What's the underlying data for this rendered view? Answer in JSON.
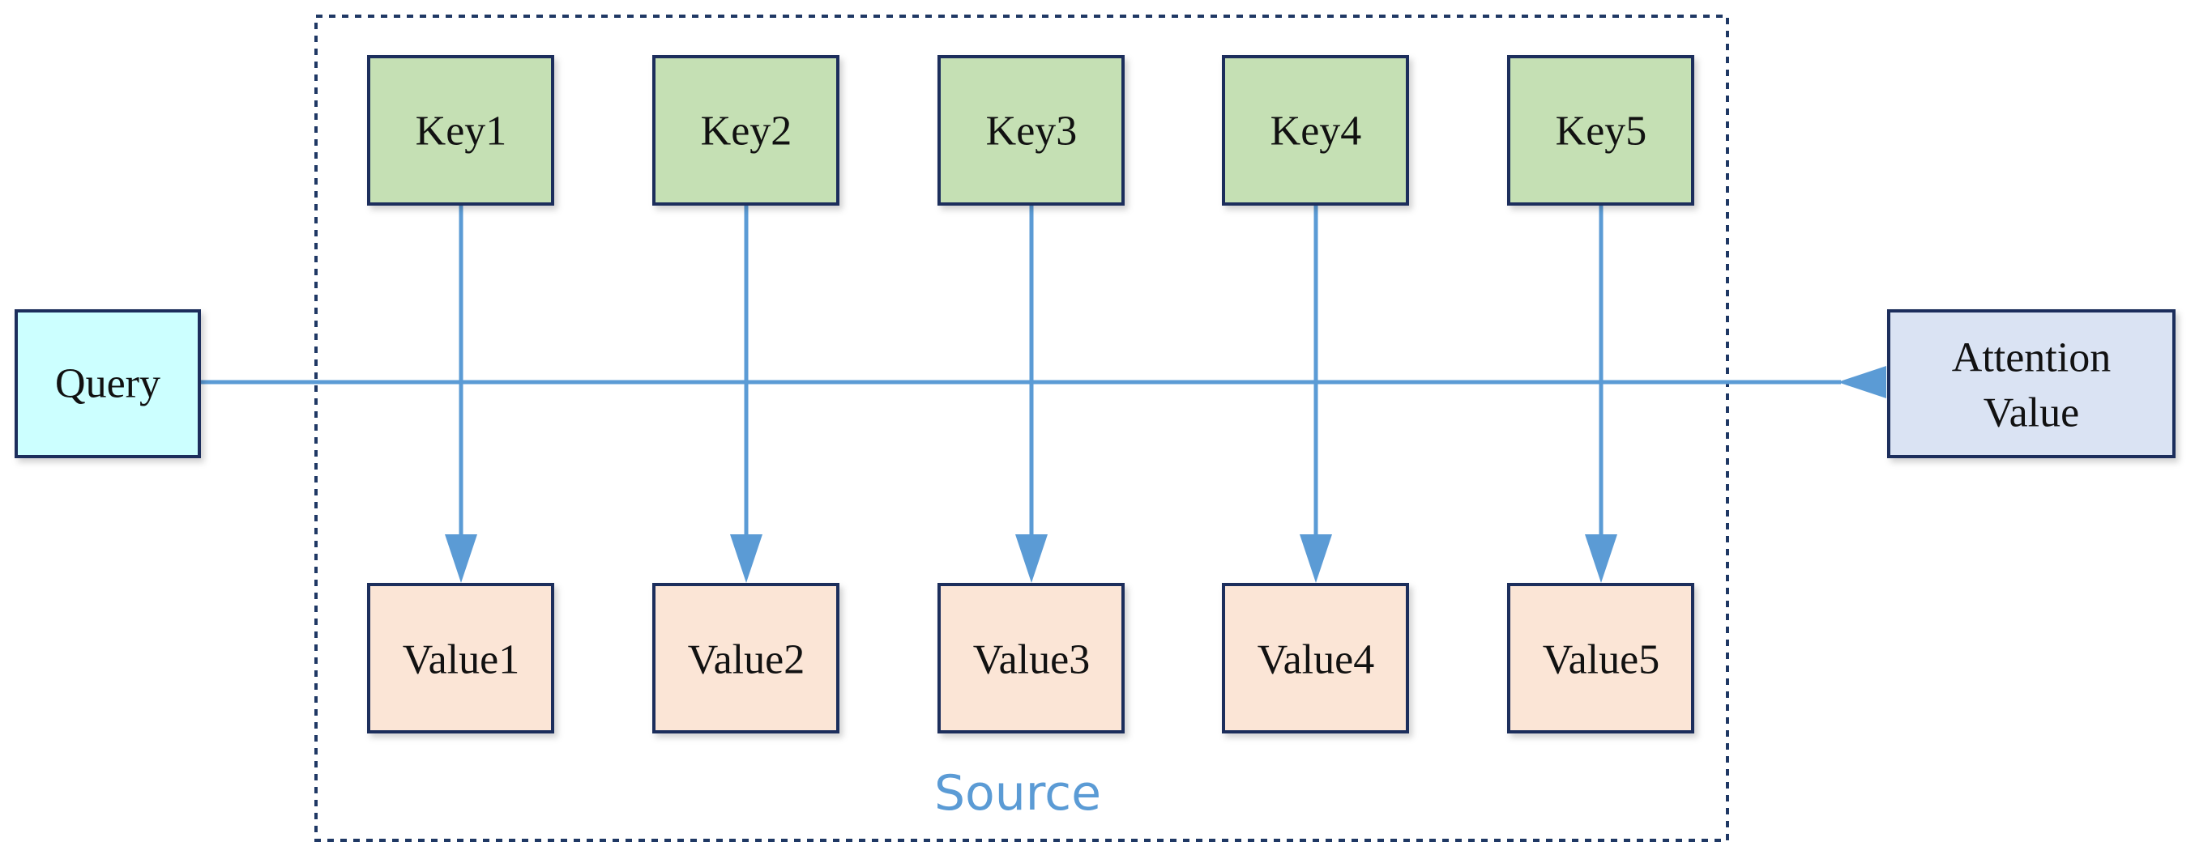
{
  "diagram": {
    "query": "Query",
    "keys": [
      "Key1",
      "Key2",
      "Key3",
      "Key4",
      "Key5"
    ],
    "values": [
      "Value1",
      "Value2",
      "Value3",
      "Value4",
      "Value5"
    ],
    "output_line1": "Attention",
    "output_line2": "Value",
    "source_label": "Source"
  },
  "colors": {
    "key_fill": "#c5e0b4",
    "value_fill": "#fbe5d6",
    "query_fill": "#ccffff",
    "output_fill": "#dae3f3",
    "box_border": "#1f2d5c",
    "arrow": "#5b9bd5",
    "source_border": "#1f3864",
    "source_text": "#5b9bd5"
  }
}
